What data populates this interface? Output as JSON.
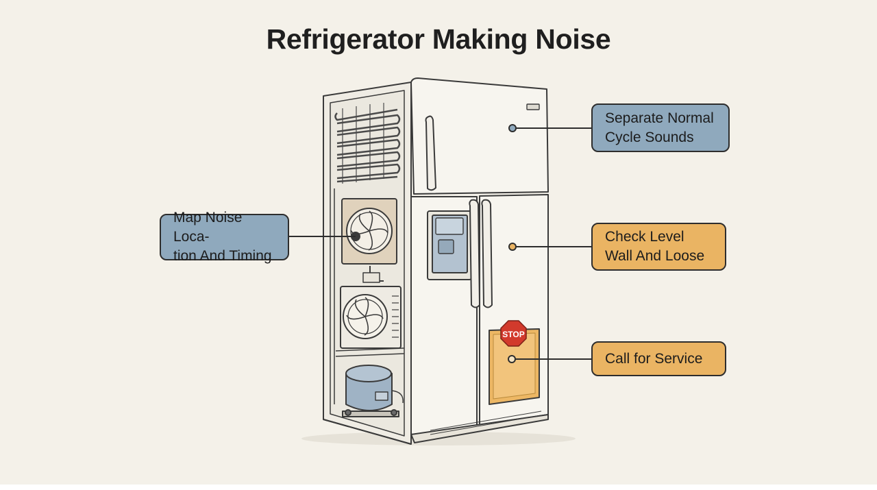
{
  "title": "Refrigerator Making Noise",
  "callouts": {
    "map_noise": "Map Noise Loca-\ntion And Timing",
    "separate_normal": "Separate Normal\nCycle Sounds",
    "check_level": "Check Level\nWall And Loose",
    "call_service": "Call for Service"
  },
  "stop_sign": "STOP",
  "colors": {
    "background": "#f4f1e9",
    "blue_callout": "#8fa9bd",
    "orange_callout": "#eab463",
    "stop_red": "#d23a2c"
  }
}
